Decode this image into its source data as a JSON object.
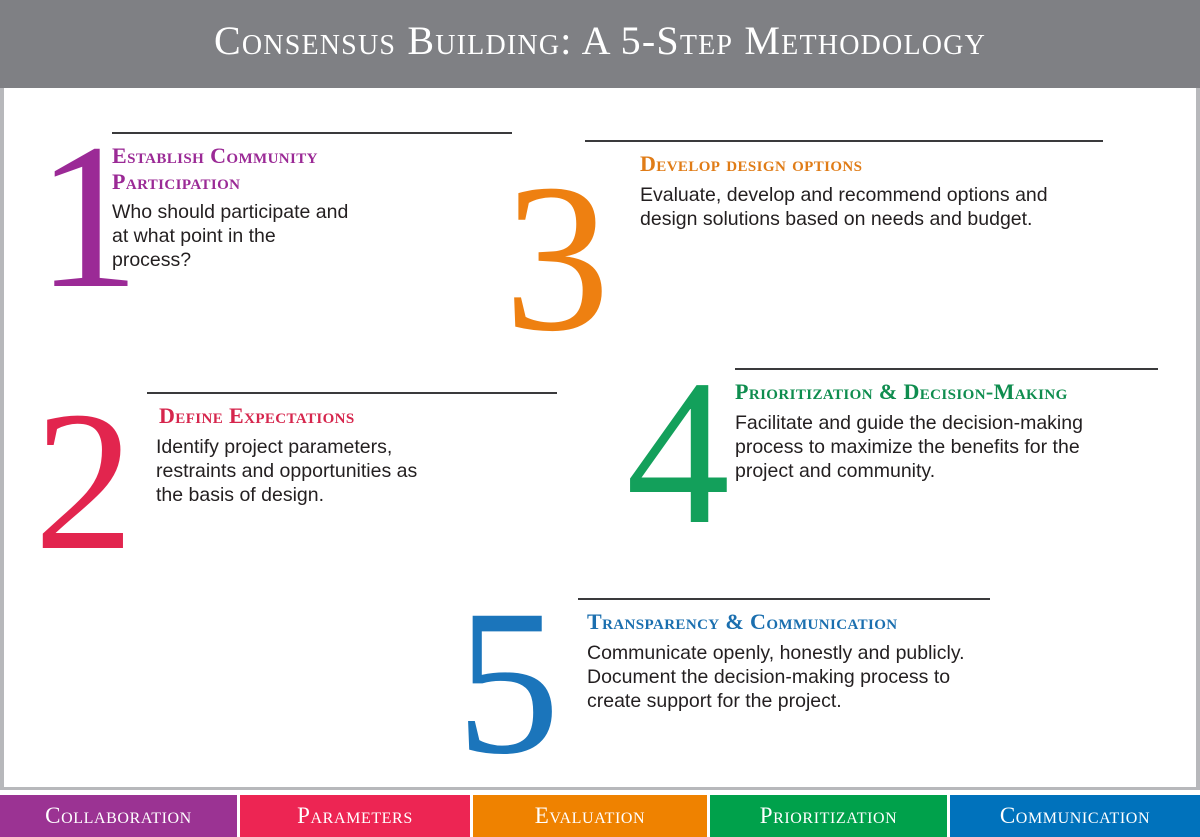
{
  "header": {
    "title": "Consensus Building:  A 5-Step Methodology",
    "background_color": "#7f8084",
    "text_color": "#ffffff"
  },
  "steps": [
    {
      "numeral": "1",
      "title": "Establish Community Participation",
      "description": "Who should participate and at what point in the process?",
      "color": "#9b2a96"
    },
    {
      "numeral": "2",
      "title": "Define Expectations",
      "description": "Identify project parameters, restraints and opportunities as the basis of design.",
      "color": "#e2254e"
    },
    {
      "numeral": "3",
      "title": "Develop design options",
      "description": "Evaluate, develop and recommend options and design solutions based on needs and budget.",
      "color": "#ee8011"
    },
    {
      "numeral": "4",
      "title": "Prioritization & Decision-Making",
      "description": "Facilitate and guide the decision-making process to maximize the benefits for the project and community.",
      "color": "#13a05b"
    },
    {
      "numeral": "5",
      "title": "Transparency & Communication",
      "description": "Communicate openly, honestly and publicly. Document the decision-making process to create support for the project.",
      "color": "#1b75bb"
    }
  ],
  "footer": {
    "cells": [
      {
        "label": "Collaboration",
        "color": "#9b3393"
      },
      {
        "label": "Parameters",
        "color": "#ed2553"
      },
      {
        "label": "Evaluation",
        "color": "#ef8200"
      },
      {
        "label": "Prioritization",
        "color": "#00a14b"
      },
      {
        "label": "Communication",
        "color": "#0072bc"
      }
    ]
  }
}
